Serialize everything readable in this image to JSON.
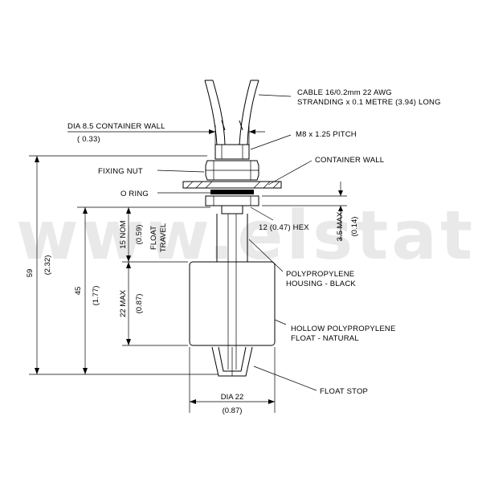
{
  "watermark": "www.elstat.pl",
  "labels": {
    "cable_line1": "CABLE 16/0.2mm 22 AWG",
    "cable_line2": "STRANDING x 0.1 METRE (3.94) LONG",
    "dia_container_wall": "DIA 8.5 CONTAINER WALL",
    "dia_container_wall_in": "( 0.33)",
    "m8_pitch": "M8 x 1.25 PITCH",
    "container_wall": "CONTAINER WALL",
    "fixing_nut": "FIXING NUT",
    "o_ring": "O RING",
    "hex": "12 (0.47) HEX",
    "housing_line1": "POLYPROPYLENE",
    "housing_line2": "HOUSING - BLACK",
    "float_line1": "HOLLOW POLYPROPYLENE",
    "float_line2": "FLOAT - NATURAL",
    "float_stop": "FLOAT STOP"
  },
  "dimensions": {
    "overall_mm": "59",
    "overall_in": "(2.32)",
    "length45_mm": "45",
    "length45_in": "(1.77)",
    "nom15_mm": "15 NOM",
    "nom15_in": "(0.59)",
    "float_travel_1": "FLOAT",
    "float_travel_2": "TRAVEL",
    "max22_mm": "22 MAX",
    "max22_in": "(0.87)",
    "max35_mm": "3.5 MAX",
    "max35_in": "(0.14)",
    "dia22_mm": "DIA 22",
    "dia22_in": "(0.87)"
  }
}
